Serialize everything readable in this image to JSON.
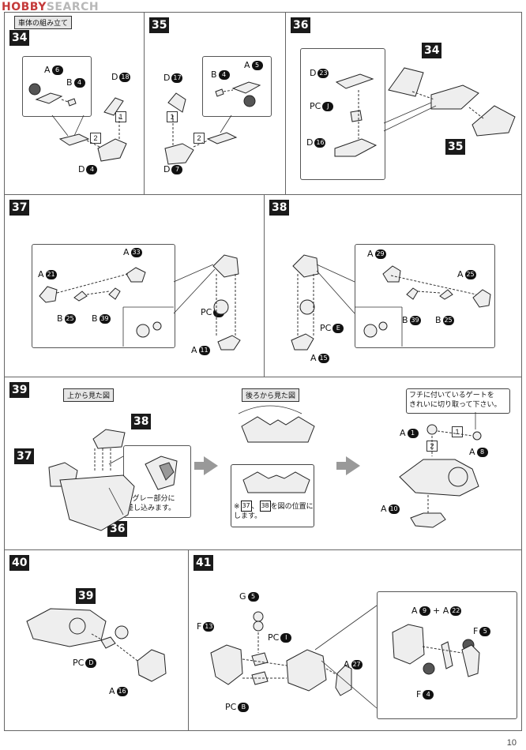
{
  "header": {
    "logo_prefix": "HOBBY",
    "logo_text": "SEARCH"
  },
  "page_number": "10",
  "steps": {
    "s34": {
      "number": "34",
      "sublabel": "車体の組み立て",
      "labels": {
        "a": "A",
        "a_num": "6",
        "b": "B",
        "b_num": "4",
        "d_top": "D",
        "d_top_num": "18",
        "d_bot": "D",
        "d_bot_num": "4",
        "n1": "1",
        "n2": "2"
      }
    },
    "s35": {
      "number": "35",
      "labels": {
        "a": "A",
        "a_num": "5",
        "b": "B",
        "b_num": "4",
        "d_top": "D",
        "d_top_num": "17",
        "d_bot": "D",
        "d_bot_num": "7",
        "n1": "1",
        "n2": "2"
      }
    },
    "s36": {
      "number": "36",
      "labels": {
        "d_top": "D",
        "d_top_num": "23",
        "pc": "PC",
        "pc_num": "J",
        "d_bot": "D",
        "d_bot_num": "16",
        "ref34": "34",
        "ref35": "35"
      }
    },
    "s37": {
      "number": "37",
      "labels": {
        "a_left": "A",
        "a_left_num": "21",
        "a_top": "A",
        "a_top_num": "33",
        "b_left": "B",
        "b_left_num": "25",
        "b_right": "B",
        "b_right_num": "39",
        "pc": "PC",
        "pc_num": "E",
        "a_bot": "A",
        "a_bot_num": "11"
      }
    },
    "s38": {
      "number": "38",
      "labels": {
        "a_top": "A",
        "a_top_num": "29",
        "a_right": "A",
        "a_right_num": "25",
        "b_left": "B",
        "b_left_num": "39",
        "b_right": "B",
        "b_right_num": "25",
        "pc": "PC",
        "pc_num": "E",
        "a_bot": "A",
        "a_bot_num": "15"
      }
    },
    "s39": {
      "number": "39",
      "view_top": "上から見た図",
      "view_back": "後ろから見た図",
      "note_gray": "※グレー部分に\n差し込みます。",
      "note_pos_prefix": "※",
      "note_pos_ref1": "37",
      "note_pos_sep": "、",
      "note_pos_ref2": "38",
      "note_pos_suffix": "を図の位置に\nします。",
      "note_gate": "フチに付いているゲートを\nきれいに切り取って下さい。",
      "labels": {
        "ref38": "38",
        "ref37": "37",
        "ref36": "36",
        "a1": "A",
        "a1_num": "1",
        "a8": "A",
        "a8_num": "8",
        "a10": "A",
        "a10_num": "10",
        "n1": "1",
        "n2": "2"
      }
    },
    "s40": {
      "number": "40",
      "labels": {
        "ref39": "39",
        "pc": "PC",
        "pc_num": "D",
        "a": "A",
        "a_num": "16"
      }
    },
    "s41": {
      "number": "41",
      "labels": {
        "g": "G",
        "g_num": "5",
        "f_left": "F",
        "f_left_num": "13",
        "pc_top": "PC",
        "pc_top_num": "I",
        "pc_bot": "PC",
        "pc_bot_num": "B",
        "a27": "A",
        "a27_num": "27",
        "a9": "A",
        "a9_num": "9",
        "plus": "+",
        "a22": "A",
        "a22_num": "22",
        "f5": "F",
        "f5_num": "5",
        "f4": "F",
        "f4_num": "4"
      }
    }
  }
}
